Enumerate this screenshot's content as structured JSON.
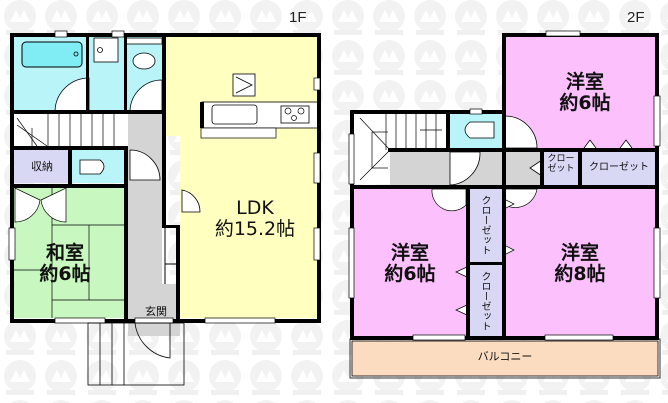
{
  "floors": [
    {
      "label": "1F",
      "rooms": {
        "ldk": {
          "name": "LDK",
          "size": "約15.2帖"
        },
        "washitsu": {
          "name": "和室",
          "size": "約6帖"
        },
        "storage": {
          "name": "収納"
        },
        "entrance": {
          "name": "玄関"
        }
      }
    },
    {
      "label": "2F",
      "rooms": {
        "bedroom_ne": {
          "name": "洋室",
          "size": "約6帖"
        },
        "bedroom_sw": {
          "name": "洋室",
          "size": "約6帖"
        },
        "bedroom_se": {
          "name": "洋室",
          "size": "約8帖"
        },
        "closet_small": {
          "name": "クロー\nゼット",
          "line1": "クロー",
          "line2": "ゼット"
        },
        "closet_wide": {
          "name": "クローゼット"
        },
        "closet_upper": {
          "name": "クローゼット"
        },
        "closet_lower": {
          "name": "クローゼット"
        },
        "balcony": {
          "name": "バルコニー"
        }
      }
    }
  ],
  "colors": {
    "ldk": "#ffffc0",
    "washitsu": "#c8f8c0",
    "wet": "#b8f4f8",
    "bathtub": "#80ecf4",
    "storage": "#d8d8f4",
    "hall": "#d4d4d4",
    "bedroom": "#fcc0fc",
    "balcony": "#fcdcc0",
    "wall": "#000000"
  }
}
